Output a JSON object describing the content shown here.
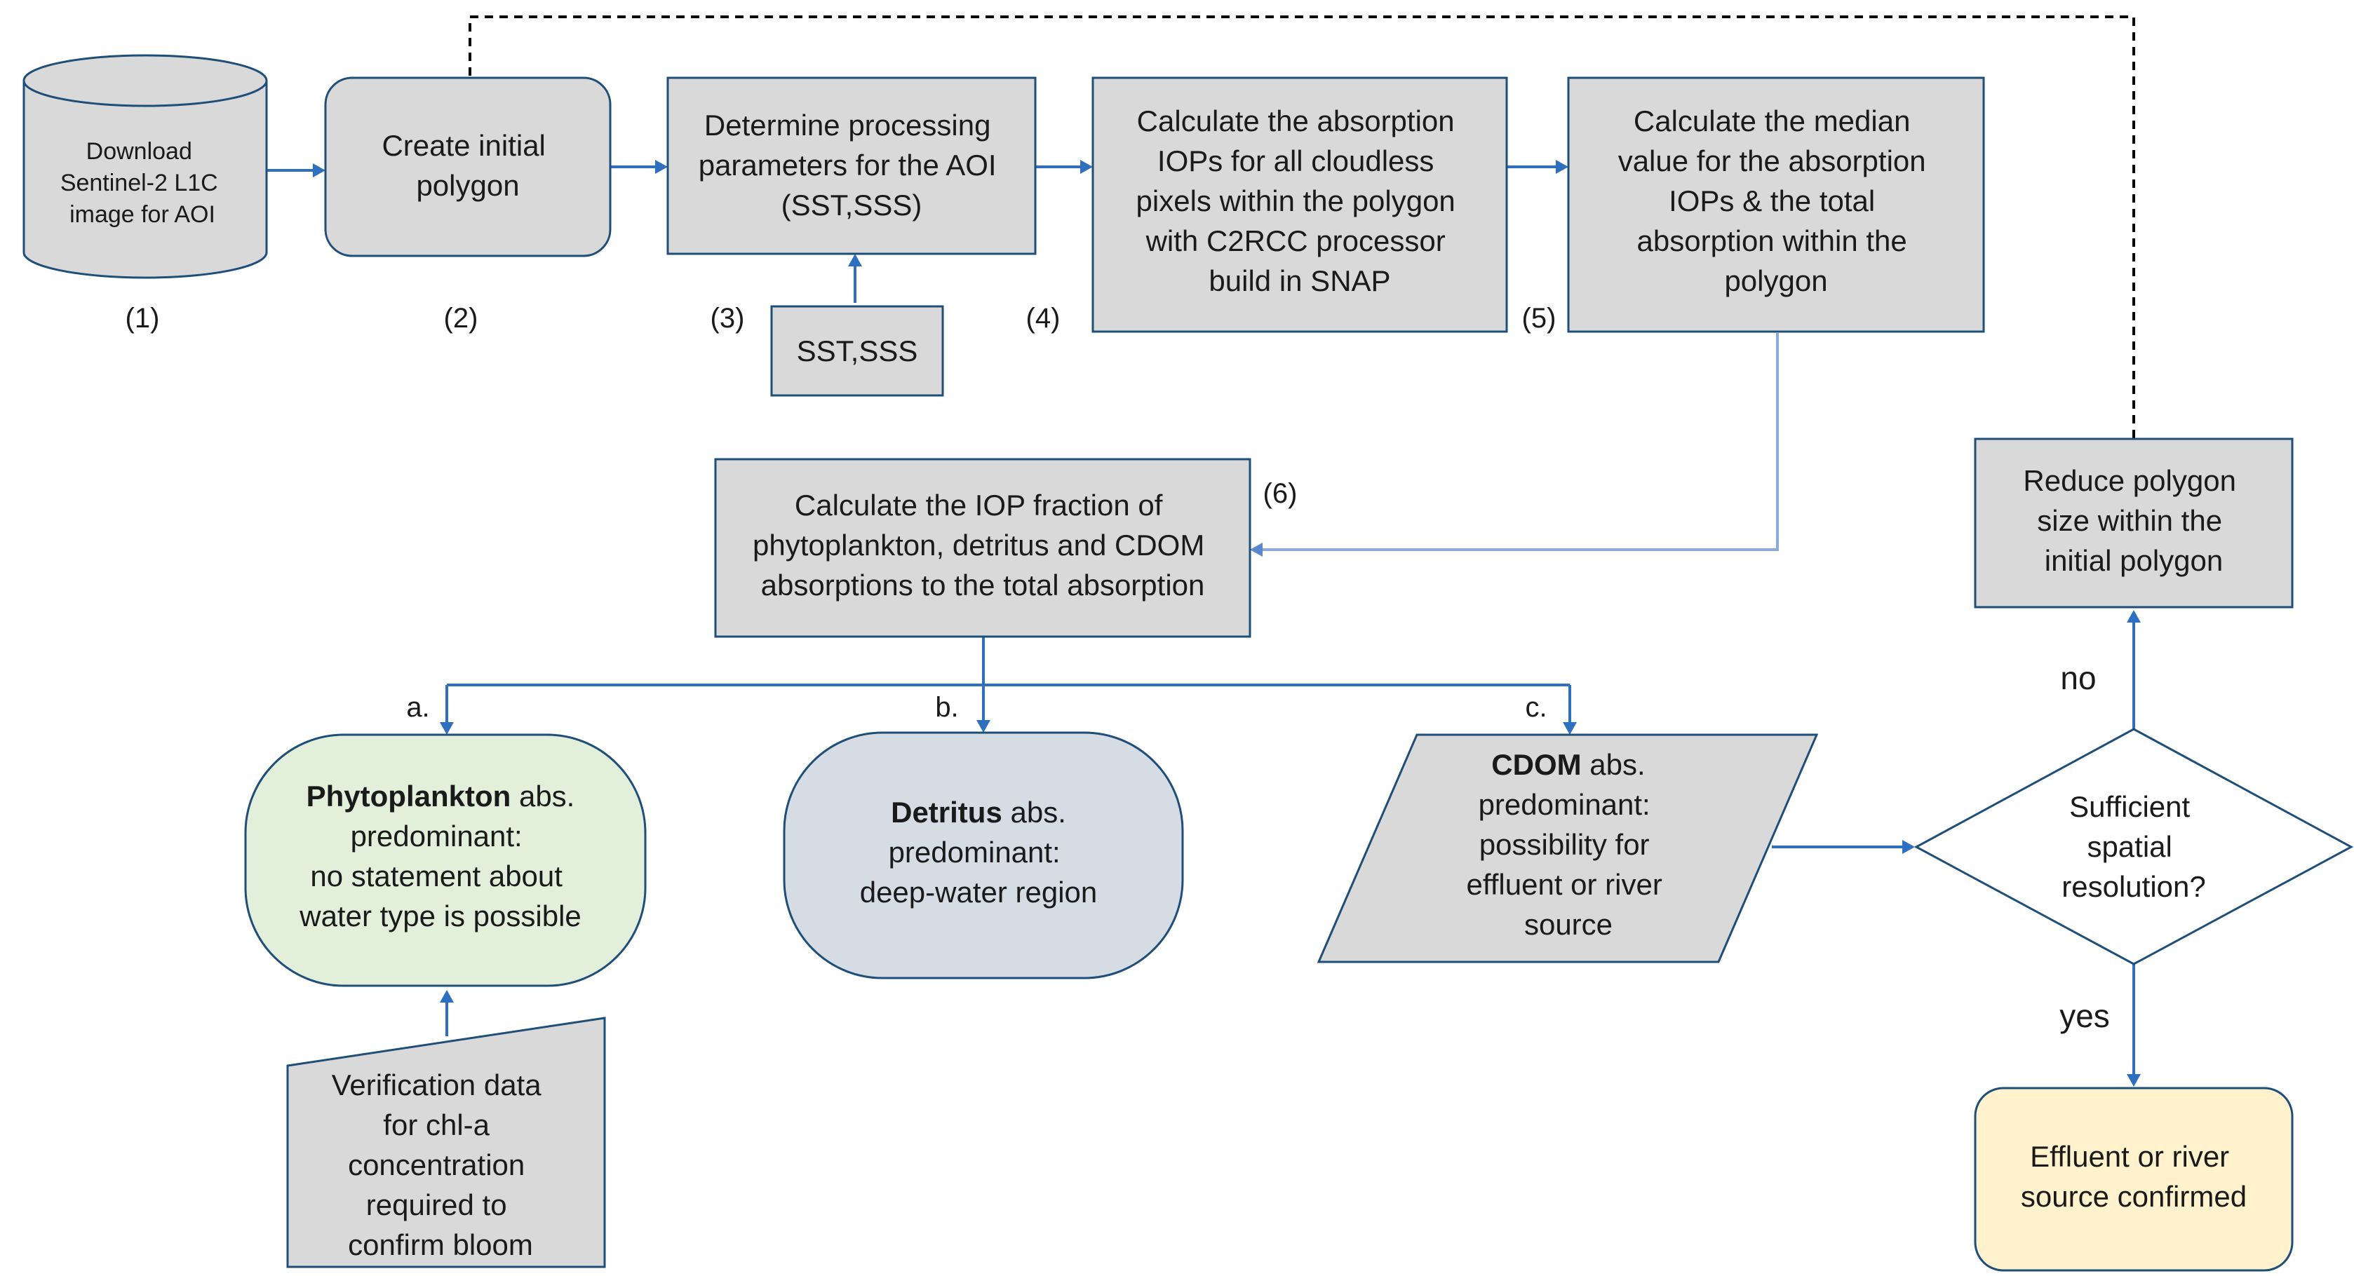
{
  "nodes": {
    "download": {
      "lines": [
        "Download",
        "Sentinel-2 L1C",
        "image for AOI"
      ],
      "step": "(1)"
    },
    "initial_polygon": {
      "lines": [
        "Create initial",
        "polygon"
      ],
      "step": "(2)"
    },
    "processing_params": {
      "lines": [
        "Determine processing",
        "parameters for the AOI",
        "(SST,SSS)"
      ],
      "step": "(3)"
    },
    "sst_sss": {
      "label": "SST,SSS"
    },
    "absorption_iops": {
      "lines": [
        "Calculate the absorption",
        "IOPs for all cloudless",
        "pixels within the polygon",
        "with C2RCC processor",
        "build in SNAP"
      ],
      "step": "(4)"
    },
    "median": {
      "lines": [
        "Calculate the median",
        "value for the absorption",
        "IOPs & the total",
        "absorption within the",
        "polygon"
      ],
      "step": "(5)"
    },
    "iop_fraction": {
      "lines": [
        "Calculate the IOP fraction of",
        "phytoplankton, detritus and CDOM",
        "absorptions to the total absorption"
      ],
      "step": "(6)"
    },
    "phytoplankton": {
      "bold": "Phytoplankton",
      "rest": " abs.",
      "lines": [
        "predominant:",
        "no statement about",
        "water type is possible"
      ],
      "branch": "a."
    },
    "detritus": {
      "bold": "Detritus",
      "rest": " abs.",
      "lines": [
        "predominant:",
        "deep-water region"
      ],
      "branch": "b."
    },
    "cdom": {
      "bold": "CDOM",
      "rest": " abs.",
      "lines": [
        "predominant:",
        "possibility for",
        "effluent or river",
        "source"
      ],
      "branch": "c."
    },
    "verification": {
      "lines": [
        "Verification data",
        "for chl-a",
        "concentration",
        "required to",
        "confirm bloom"
      ]
    },
    "decision": {
      "lines": [
        "Sufficient",
        "spatial",
        "resolution?"
      ]
    },
    "reduce": {
      "lines": [
        "Reduce polygon",
        "size within the",
        "initial polygon"
      ]
    },
    "confirmed": {
      "lines": [
        "Effluent or river",
        "source confirmed"
      ]
    }
  },
  "edge_labels": {
    "no": "no",
    "yes": "yes"
  },
  "colors": {
    "box_fill": "#d9d9d9",
    "box_stroke": "#1f4e79",
    "arrow": "#2f6fbf",
    "arrow_light": "#8eaadc",
    "phytoplankton_fill": "#e2efda",
    "detritus_fill": "#d6dce4",
    "confirmed_fill": "#fff2cc"
  }
}
